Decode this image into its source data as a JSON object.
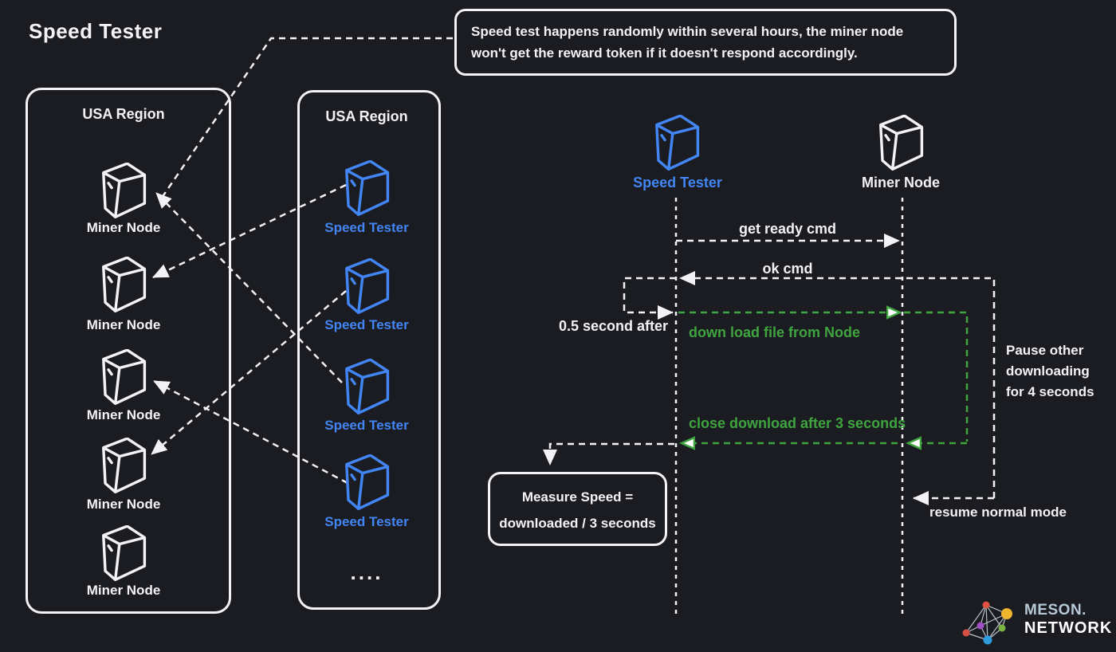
{
  "title": "Speed Tester",
  "colors": {
    "background": "#1b1c21",
    "foreground": "#f2f2f7",
    "blue": "#4285f4",
    "green": "#3fa43f",
    "logo_meson_text": "#b6c9d6",
    "logo_network_text": "#ffffff",
    "logo_nodes": {
      "red": "#e05243",
      "yellow": "#f0b42e",
      "green": "#7cb342",
      "purple": "#a04fc4",
      "dark_red": "#d64f44",
      "blue": "#2f9de0"
    }
  },
  "callout": {
    "line1": "Speed test happens randomly within several hours, the miner node",
    "line2": "won't get the reward token if it doesn't respond accordingly."
  },
  "regions": [
    {
      "label": "USA Region",
      "nodes": [
        "Miner Node",
        "Miner Node",
        "Miner Node",
        "Miner Node",
        "Miner Node"
      ]
    },
    {
      "label": "USA Region",
      "nodes": [
        "Speed Tester",
        "Speed Tester",
        "Speed Tester",
        "Speed Tester"
      ],
      "more": "...."
    }
  ],
  "sequence": {
    "actors": [
      {
        "label": "Speed Tester"
      },
      {
        "label": "Miner Node"
      }
    ],
    "messages": {
      "get_ready": "get ready cmd",
      "ok": "ok cmd",
      "delay": "0.5 second after",
      "download": "down load file from Node",
      "close": "close download after 3 seconds",
      "pause_line1": "Pause other",
      "pause_line2": "downloading",
      "pause_line3": "for 4 seconds",
      "resume": "resume normal mode",
      "measure_line1": "Measure Speed =",
      "measure_line2": "downloaded / 3 seconds"
    }
  },
  "logo": {
    "line1": "MESON.",
    "line2": "NETWORK"
  }
}
